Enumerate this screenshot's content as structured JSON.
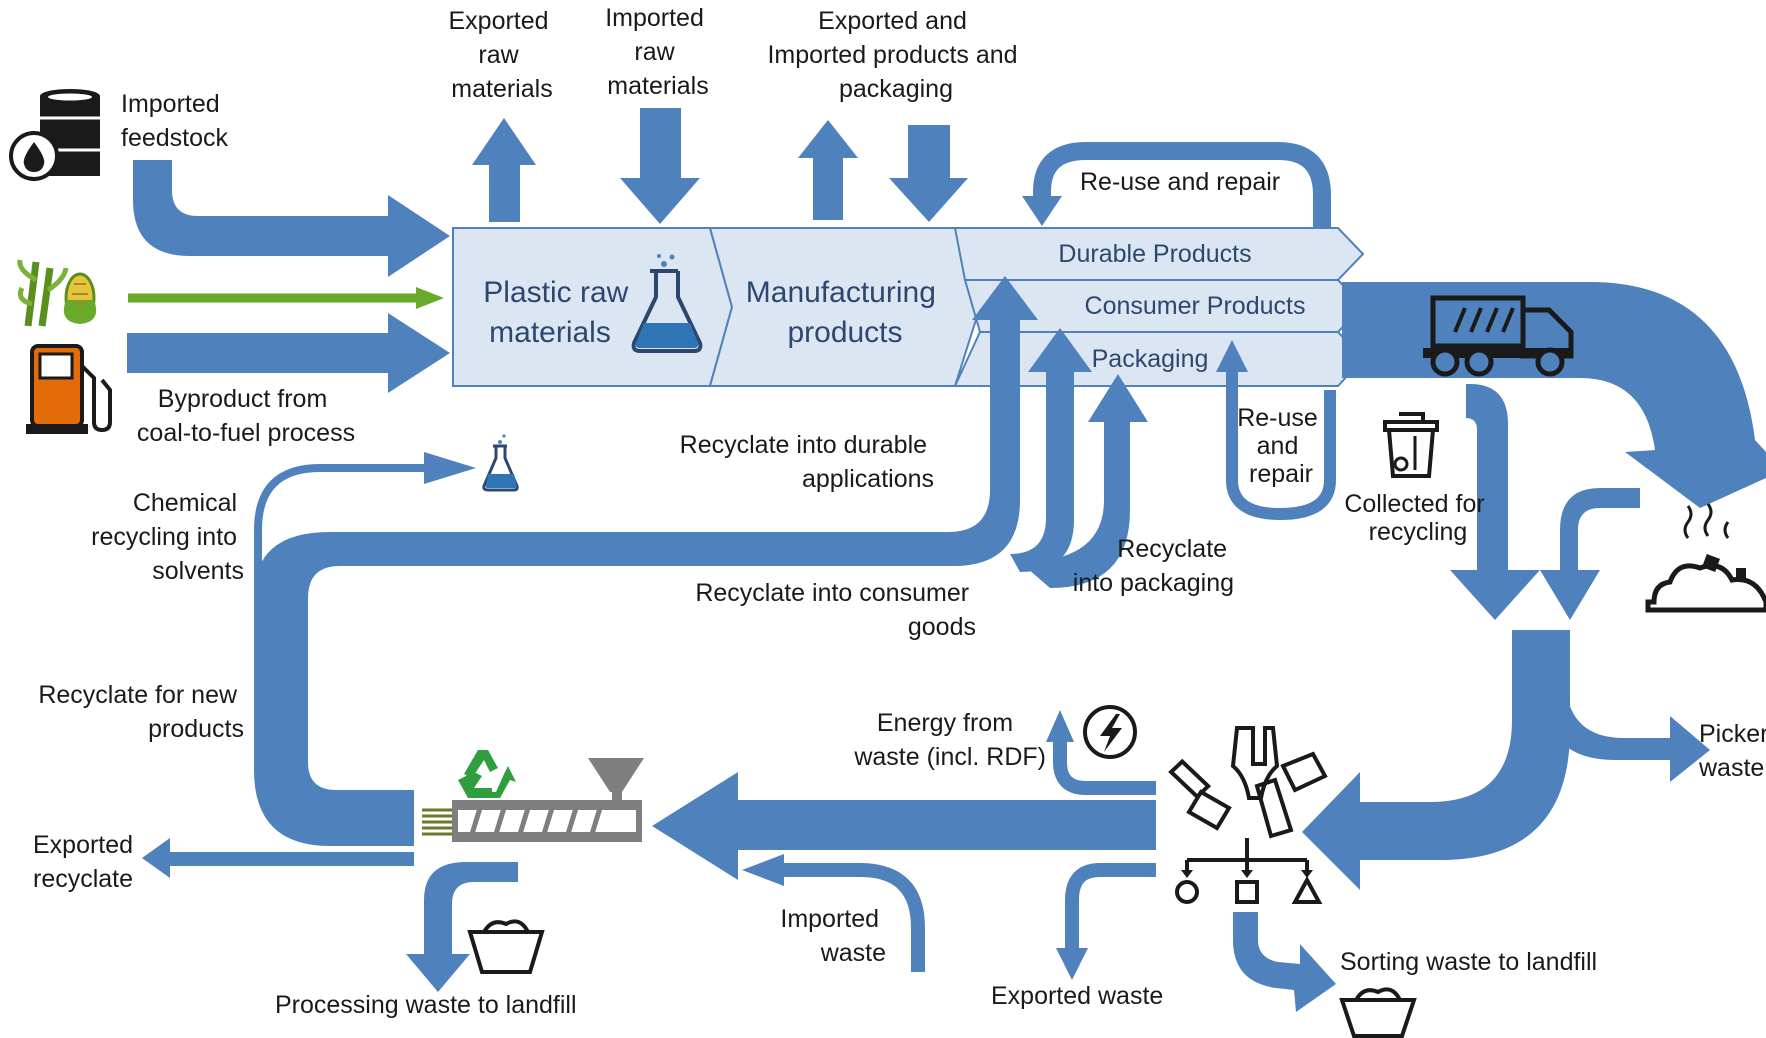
{
  "colors": {
    "flow": "#4f81bd",
    "stage_fill": "#dce6f2",
    "bio_flow": "#6aaa2a",
    "stage_text": "#2c4770",
    "recycle_symbol": "#2f9e3f",
    "label_text": "#1a1a1a"
  },
  "stages": {
    "raw_materials": [
      "Plastic raw",
      "materials"
    ],
    "manufacturing": [
      "Manufacturing",
      "products"
    ]
  },
  "products": {
    "durable": "Durable Products",
    "consumer": "Consumer Products",
    "packaging": "Packaging"
  },
  "labels": {
    "imported_feedstock": [
      "Imported",
      "feedstock"
    ],
    "exported_raw": [
      "Exported",
      "raw",
      "materials"
    ],
    "imported_raw": [
      "Imported",
      "raw",
      "materials"
    ],
    "exported_imported_products": [
      "Exported and",
      "Imported products and",
      "packaging"
    ],
    "reuse_repair_top": "Re-use and repair",
    "byproduct": [
      "Byproduct from",
      "coal-to-fuel process"
    ],
    "reuse_repair_side": [
      "Re-use",
      "and",
      "repair"
    ],
    "collected_recycling": [
      "Collected for",
      "recycling"
    ],
    "recyclate_durable": [
      "Recyclate into durable",
      "applications"
    ],
    "chemical_recycling": [
      "Chemical",
      "recycling into",
      "solvents"
    ],
    "recyclate_packaging": [
      "Recyclate",
      "into packaging"
    ],
    "recyclate_consumer": [
      "Recyclate into consumer",
      "goods"
    ],
    "recyclate_new": [
      "Recyclate for new",
      "products"
    ],
    "picker_waste": [
      "Picker",
      "waste"
    ],
    "energy_from_waste": [
      "Energy from",
      "waste (incl. RDF)"
    ],
    "exported_recyclate": [
      "Exported",
      "recyclate"
    ],
    "imported_waste": [
      "Imported",
      "waste"
    ],
    "processing_waste": "Processing waste to landfill",
    "exported_waste": "Exported waste",
    "sorting_waste": "Sorting waste to landfill"
  },
  "icons": [
    "oil-barrel-icon",
    "oil-drop-icon",
    "sugarcane-corn-icon",
    "fuel-pump-icon",
    "flask-icon",
    "small-flask-icon",
    "garbage-truck-icon",
    "recycling-bin-icon",
    "landfill-icon",
    "recycle-symbol-icon",
    "extruder-icon",
    "lightning-icon",
    "sorting-icon",
    "basket-icon"
  ]
}
